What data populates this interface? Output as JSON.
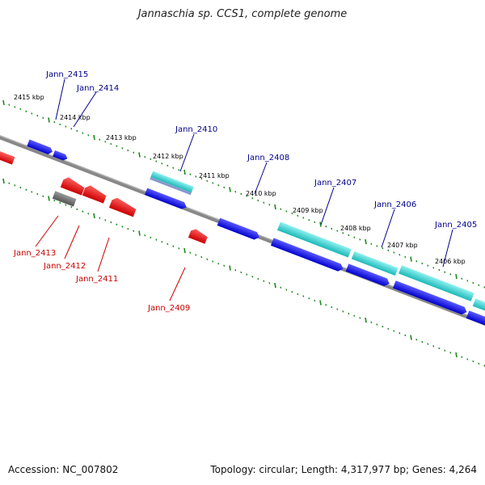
{
  "title": "Jannaschia sp. CCS1, complete genome",
  "footer": {
    "accession": "Accession: NC_007802",
    "summary": "Topology: circular; Length: 4,317,977 bp; Genes: 4,264"
  },
  "colors": {
    "forward_gene": "#0000ee",
    "reverse_gene": "#ee0000",
    "rna_gene": "#22cccc",
    "other_gene": "#777777",
    "forward_label": "#00008b",
    "reverse_label": "#cc0000",
    "tick": "#1a8a1a",
    "backbone": "#888888"
  },
  "kbp_labels": [
    "2415 kbp",
    "2414 kbp",
    "2413 kbp",
    "2412 kbp",
    "2411 kbp",
    "2410 kbp",
    "2409 kbp",
    "2408 kbp",
    "2407 kbp",
    "2406 kbp"
  ],
  "gene_labels_forward": [
    "Jann_2415",
    "Jann_2414",
    "Jann_2410",
    "Jann_2408",
    "Jann_2407",
    "Jann_2406",
    "Jann_2405"
  ],
  "gene_labels_reverse": [
    "Jann_2413",
    "Jann_2412",
    "Jann_2411",
    "Jann_2409"
  ]
}
